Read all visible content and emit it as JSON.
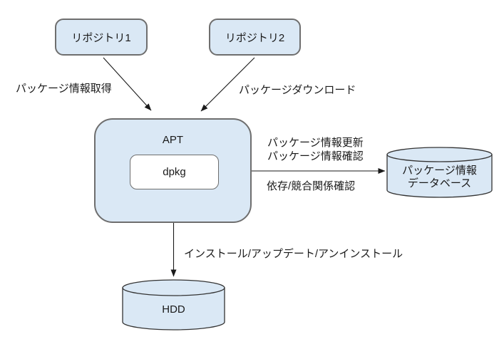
{
  "diagram": {
    "nodes": {
      "repo1": {
        "label": "リポジトリ1"
      },
      "repo2": {
        "label": "リポジトリ2"
      },
      "apt": {
        "label": "APT"
      },
      "dpkg": {
        "label": "dpkg"
      },
      "package_db": {
        "label": "パッケージ情報\nデータベース"
      },
      "hdd": {
        "label": "HDD"
      }
    },
    "edge_labels": {
      "package_info_get": "パッケージ情報取得",
      "package_download": "パッケージダウンロード",
      "package_info_update": "パッケージ情報更新",
      "package_info_check": "パッケージ情報確認",
      "dependency_conflict_check": "依存/競合関係確認",
      "install_update_uninstall": "インストール/アップデート/アンインストール"
    },
    "colors": {
      "node_fill": "#dae8f5",
      "node_border": "#6e6e6e",
      "cylinder_border": "#333333",
      "arrow": "#1a1a1a",
      "text": "#1a1a1a",
      "background": "#ffffff"
    }
  }
}
